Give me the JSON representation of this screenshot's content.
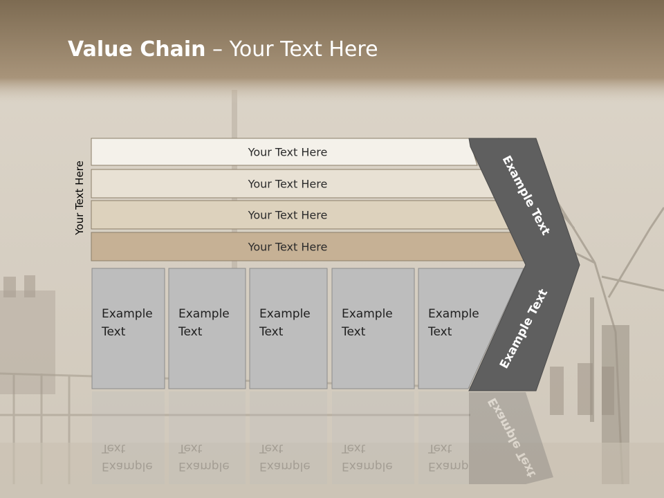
{
  "slide": {
    "title_bold": "Value Chain",
    "title_rest": " – Your Text Here",
    "side_label": "Your Text Here"
  },
  "rows": [
    {
      "label": "Your Text Here",
      "color": "#f4f1ea"
    },
    {
      "label": "Your Text Here",
      "color": "#e8e1d4"
    },
    {
      "label": "Your Text Here",
      "color": "#ddd2bd"
    },
    {
      "label": "Your Text Here",
      "color": "#c6b195"
    }
  ],
  "boxes": [
    {
      "line1": "Example",
      "line2": "Text"
    },
    {
      "line1": "Example",
      "line2": "Text"
    },
    {
      "line1": "Example",
      "line2": "Text"
    },
    {
      "line1": "Example",
      "line2": "Text"
    },
    {
      "line1": "Example",
      "line2": "Text"
    }
  ],
  "chevron": {
    "top_label": "Example Text",
    "bottom_label": "Example Text",
    "color": "#5f5f5f"
  },
  "colors": {
    "header_band": "#8e7a5c",
    "box_fill": "#bdbdbd",
    "box_stroke": "#8c8c8c"
  }
}
